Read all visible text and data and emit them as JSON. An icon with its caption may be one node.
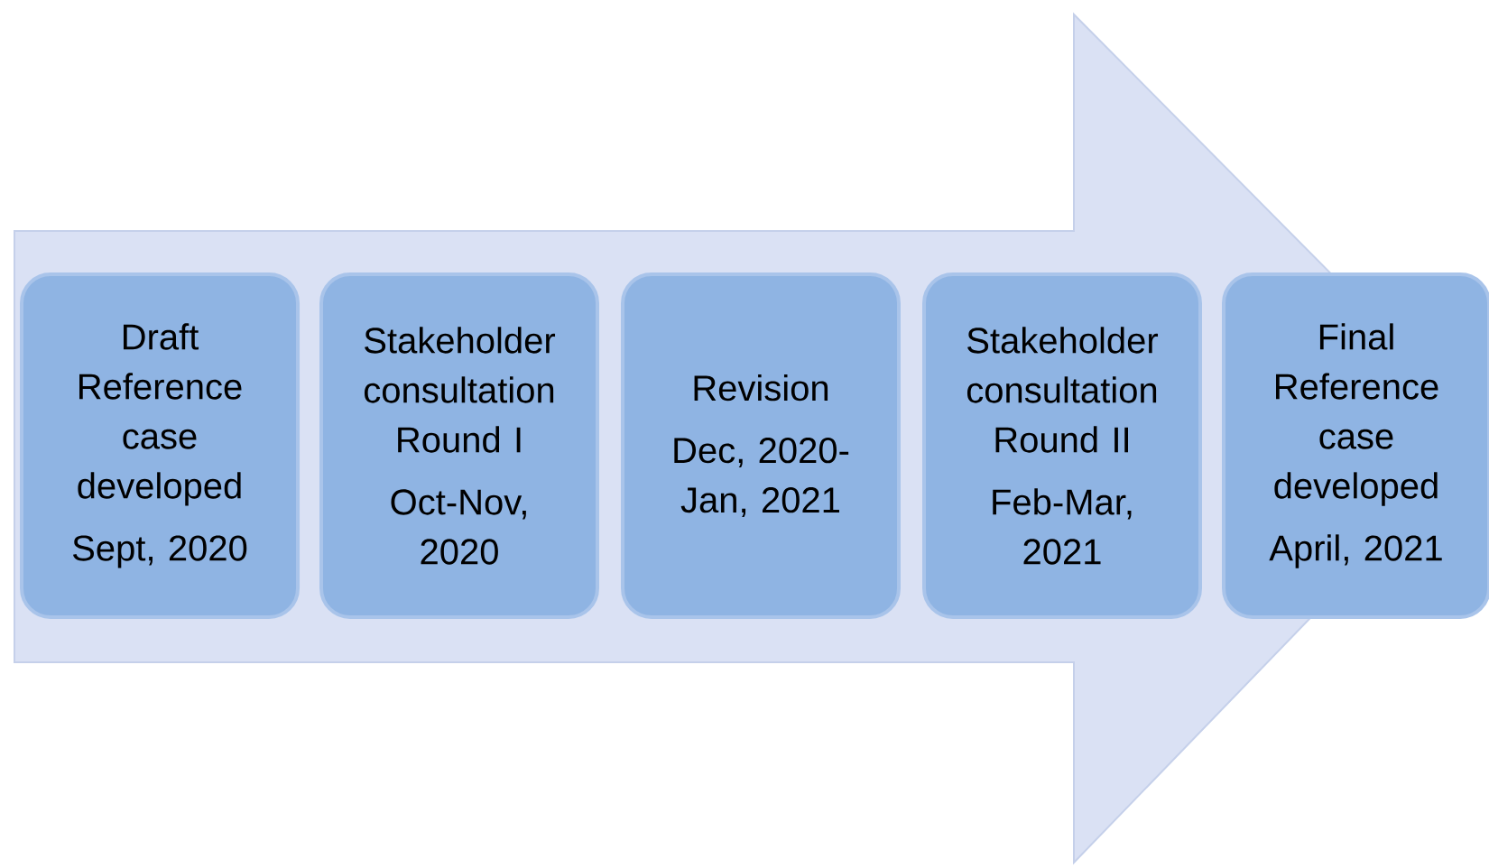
{
  "diagram": {
    "nodes": [
      {
        "text": [
          "Draft Reference case developed",
          "Sept, 2020"
        ]
      },
      {
        "text": [
          "Stakeholder consultation Round I",
          "Oct-Nov, 2020"
        ]
      },
      {
        "text": [
          "Revision",
          "Dec, 2020-Jan, 2021"
        ]
      },
      {
        "text": [
          "Stakeholder consultation Round II",
          "Feb-Mar, 2021"
        ]
      },
      {
        "text": [
          "Final Reference case developed",
          "April, 2021"
        ]
      }
    ],
    "edges": [
      {
        "from": 0,
        "to": 4,
        "arrow": "to"
      }
    ]
  }
}
